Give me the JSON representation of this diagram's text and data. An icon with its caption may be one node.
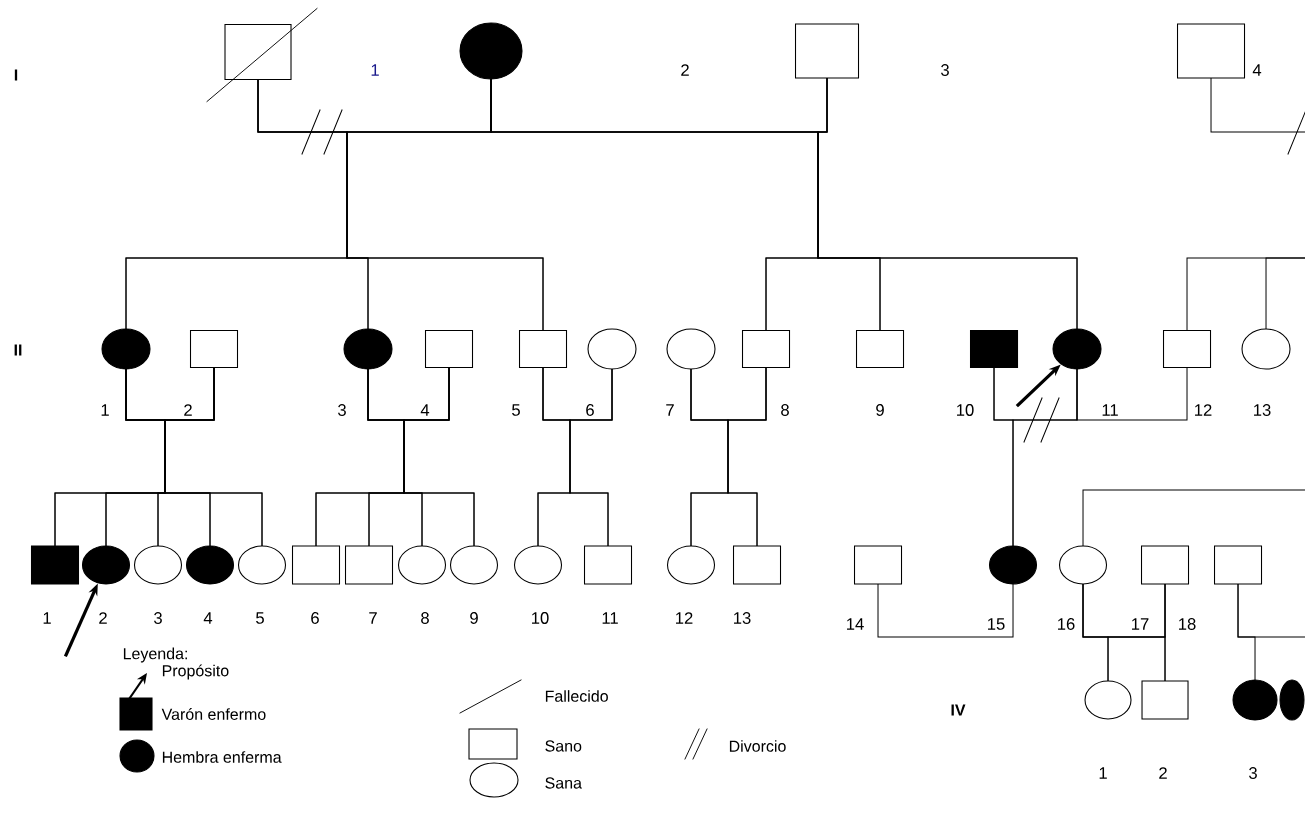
{
  "diagram": {
    "nodes": [
      {
        "text": [],
        "shape": "box"
      },
      {
        "text": [],
        "shape": "circle"
      },
      {
        "text": [],
        "shape": "box"
      },
      {
        "text": [],
        "shape": "box",
        "beside": [
          "4"
        ]
      },
      {
        "text": [],
        "shape": "circle",
        "beside": [
          "1"
        ]
      },
      {
        "text": [],
        "shape": "box",
        "beside": [
          "2"
        ]
      },
      {
        "text": [],
        "shape": "circle",
        "beside": [
          "3"
        ]
      },
      {
        "text": [],
        "shape": "box",
        "beside": [
          "4"
        ]
      },
      {
        "text": [],
        "shape": "box",
        "beside": [
          "5"
        ]
      },
      {
        "text": [],
        "shape": "circle",
        "beside": [
          "6"
        ]
      },
      {
        "text": [],
        "shape": "circle",
        "beside": [
          "7"
        ]
      },
      {
        "text": [],
        "shape": "box",
        "beside": [
          "8"
        ]
      },
      {
        "text": [],
        "shape": "box",
        "beside": [
          "9"
        ]
      },
      {
        "text": [],
        "shape": "box",
        "beside": [
          "10"
        ]
      },
      {
        "text": [],
        "shape": "circle",
        "beside": [
          "11"
        ]
      },
      {
        "text": [],
        "shape": "box",
        "beside": [
          "12"
        ]
      },
      {
        "text": [],
        "shape": "circle",
        "beside": [
          "13"
        ]
      },
      {
        "text": [],
        "shape": "box",
        "beside": [
          "1"
        ]
      },
      {
        "text": [],
        "shape": "circle",
        "beside": [
          "2"
        ]
      },
      {
        "text": [],
        "shape": "circle",
        "beside": [
          "3"
        ]
      },
      {
        "text": [],
        "shape": "circle",
        "beside": [
          "4"
        ]
      },
      {
        "text": [],
        "shape": "circle",
        "beside": [
          "5"
        ]
      },
      {
        "text": [],
        "shape": "box",
        "beside": [
          "6"
        ]
      },
      {
        "text": [],
        "shape": "box",
        "beside": [
          "7"
        ]
      },
      {
        "text": [],
        "shape": "circle",
        "beside": [
          "8"
        ]
      },
      {
        "text": [],
        "shape": "circle",
        "beside": [
          "9"
        ]
      },
      {
        "text": [],
        "shape": "circle",
        "beside": [
          "10"
        ]
      },
      {
        "text": [],
        "shape": "box",
        "beside": [
          "11"
        ]
      },
      {
        "text": [],
        "shape": "circle",
        "beside": [
          "12"
        ]
      },
      {
        "text": [],
        "shape": "box",
        "beside": [
          "13"
        ]
      },
      {
        "text": [],
        "shape": "box",
        "beside": [
          "14"
        ]
      },
      {
        "text": [],
        "shape": "circle",
        "beside": [
          "15"
        ]
      },
      {
        "text": [],
        "shape": "circle",
        "beside": [
          "16"
        ]
      },
      {
        "text": [],
        "shape": "box",
        "beside": [
          "17"
        ]
      },
      {
        "text": [],
        "shape": "box",
        "beside": [
          "18"
        ]
      },
      {
        "text": [],
        "shape": "circle",
        "beside": [
          "1"
        ]
      },
      {
        "text": [],
        "shape": "box",
        "beside": [
          "2"
        ]
      },
      {
        "text": [],
        "shape": "circle",
        "beside": [
          "3"
        ]
      },
      {
        "text": [],
        "shape": "circle"
      }
    ],
    "edges": [
      {
        "from": 0,
        "to": 1,
        "arrow": "none"
      },
      {
        "from": 1,
        "to": 2,
        "arrow": "none"
      },
      {
        "from": 3,
        "to": null,
        "arrow": "none"
      },
      {
        "from": 0,
        "to": 4,
        "arrow": "none"
      },
      {
        "from": 1,
        "to": 4,
        "arrow": "none"
      },
      {
        "from": 0,
        "to": 6,
        "arrow": "none"
      },
      {
        "from": 1,
        "to": 6,
        "arrow": "none"
      },
      {
        "from": 0,
        "to": 8,
        "arrow": "none"
      },
      {
        "from": 1,
        "to": 8,
        "arrow": "none"
      },
      {
        "from": 1,
        "to": 11,
        "arrow": "none"
      },
      {
        "from": 2,
        "to": 11,
        "arrow": "none"
      },
      {
        "from": 1,
        "to": 12,
        "arrow": "none"
      },
      {
        "from": 2,
        "to": 12,
        "arrow": "none"
      },
      {
        "from": 1,
        "to": 14,
        "arrow": "none"
      },
      {
        "from": 2,
        "to": 14,
        "arrow": "none"
      },
      {
        "from": null,
        "to": 15,
        "arrow": "none"
      },
      {
        "from": null,
        "to": 16,
        "arrow": "none"
      },
      {
        "from": 4,
        "to": 5,
        "arrow": "none"
      },
      {
        "from": 6,
        "to": 7,
        "arrow": "none"
      },
      {
        "from": 8,
        "to": 9,
        "arrow": "none"
      },
      {
        "from": 10,
        "to": 11,
        "arrow": "none"
      },
      {
        "from": 13,
        "to": 14,
        "arrow": "none"
      },
      {
        "from": 14,
        "to": 15,
        "arrow": "none"
      },
      {
        "from": 4,
        "to": 17,
        "arrow": "none"
      },
      {
        "from": 5,
        "to": 17,
        "arrow": "none"
      },
      {
        "from": 4,
        "to": 18,
        "arrow": "none"
      },
      {
        "from": 5,
        "to": 18,
        "arrow": "none"
      },
      {
        "from": 4,
        "to": 19,
        "arrow": "none"
      },
      {
        "from": 5,
        "to": 19,
        "arrow": "none"
      },
      {
        "from": 4,
        "to": 20,
        "arrow": "none"
      },
      {
        "from": 5,
        "to": 20,
        "arrow": "none"
      },
      {
        "from": 4,
        "to": 21,
        "arrow": "none"
      },
      {
        "from": 5,
        "to": 21,
        "arrow": "none"
      },
      {
        "from": 6,
        "to": 22,
        "arrow": "none"
      },
      {
        "from": 7,
        "to": 22,
        "arrow": "none"
      },
      {
        "from": 6,
        "to": 23,
        "arrow": "none"
      },
      {
        "from": 7,
        "to": 23,
        "arrow": "none"
      },
      {
        "from": 6,
        "to": 24,
        "arrow": "none"
      },
      {
        "from": 7,
        "to": 24,
        "arrow": "none"
      },
      {
        "from": 6,
        "to": 25,
        "arrow": "none"
      },
      {
        "from": 7,
        "to": 25,
        "arrow": "none"
      },
      {
        "from": 8,
        "to": 26,
        "arrow": "none"
      },
      {
        "from": 9,
        "to": 26,
        "arrow": "none"
      },
      {
        "from": 8,
        "to": 27,
        "arrow": "none"
      },
      {
        "from": 9,
        "to": 27,
        "arrow": "none"
      },
      {
        "from": 10,
        "to": 28,
        "arrow": "none"
      },
      {
        "from": 11,
        "to": 28,
        "arrow": "none"
      },
      {
        "from": 10,
        "to": 29,
        "arrow": "none"
      },
      {
        "from": 11,
        "to": 29,
        "arrow": "none"
      },
      {
        "from": 13,
        "to": 31,
        "arrow": "none"
      },
      {
        "from": 14,
        "to": 31,
        "arrow": "none"
      },
      {
        "from": null,
        "to": 32,
        "arrow": "none"
      },
      {
        "from": 30,
        "to": 31,
        "arrow": "none"
      },
      {
        "from": 32,
        "to": 33,
        "arrow": "none"
      },
      {
        "from": 34,
        "to": null,
        "arrow": "none"
      },
      {
        "from": 32,
        "to": 35,
        "arrow": "none"
      },
      {
        "from": 33,
        "to": 35,
        "arrow": "none"
      },
      {
        "from": 32,
        "to": 36,
        "arrow": "none"
      },
      {
        "from": 33,
        "to": 36,
        "arrow": "none"
      },
      {
        "from": 34,
        "to": 37,
        "arrow": "none"
      },
      {
        "from": null,
        "to": 14,
        "arrow": "to",
        "style": "thick"
      },
      {
        "from": null,
        "to": 18,
        "arrow": "to",
        "style": "thick"
      }
    ],
    "labels": [
      "I",
      "1",
      "2",
      "3",
      "II",
      "IV",
      "Leyenda:"
    ],
    "legend": [
      {
        "text": "Propósito"
      },
      {
        "text": "Varón enfermo"
      },
      {
        "text": "Hembra enferma"
      },
      {
        "text": "Fallecido"
      },
      {
        "text": "Sano"
      },
      {
        "text": "Sana"
      },
      {
        "text": "Divorcio"
      }
    ]
  }
}
